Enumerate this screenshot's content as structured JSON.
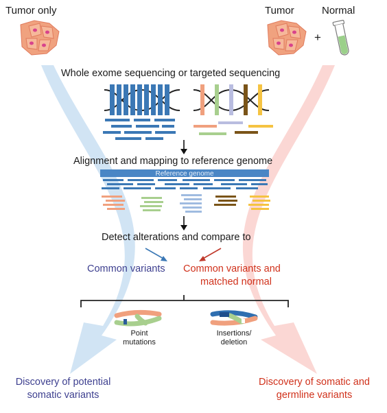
{
  "labels": {
    "tumor_only": "Tumor only",
    "tumor": "Tumor",
    "normal": "Normal",
    "plus": "+",
    "step_sequencing": "Whole exome sequencing or targeted sequencing",
    "step_alignment": "Alignment and mapping to reference genome",
    "reference_genome": "Reference genome",
    "step_detect": "Detect alterations and compare to",
    "common_variants": "Common variants",
    "common_variants_matched_line1": "Common variants and",
    "common_variants_matched_line2": "matched normal",
    "point_mutations_line1": "Point",
    "point_mutations_line2": "mutations",
    "insertions_line1": "Insertions/",
    "insertions_line2": "deletion",
    "discovery_left_line1": "Discovery of potential",
    "discovery_left_line2": "somatic variants",
    "discovery_right_line1": "Discovery of somatic and",
    "discovery_right_line2": "germline variants"
  },
  "colors": {
    "left_path": "#c9dff2",
    "right_path": "#fbd3cf",
    "read_blue": "#3b78b5",
    "reference_bar": "#4a86c5",
    "text_blue": "#3d3f8f",
    "text_red": "#d0311b",
    "salmon": "#f0a07e",
    "green": "#a8cf8e",
    "lavender": "#b9bde0",
    "brown": "#7a5418",
    "gold": "#f5c342"
  },
  "icons": [
    "tumor-cells-icon",
    "test-tube-icon",
    "dna-double-helix-icon",
    "chromosome-icon"
  ]
}
